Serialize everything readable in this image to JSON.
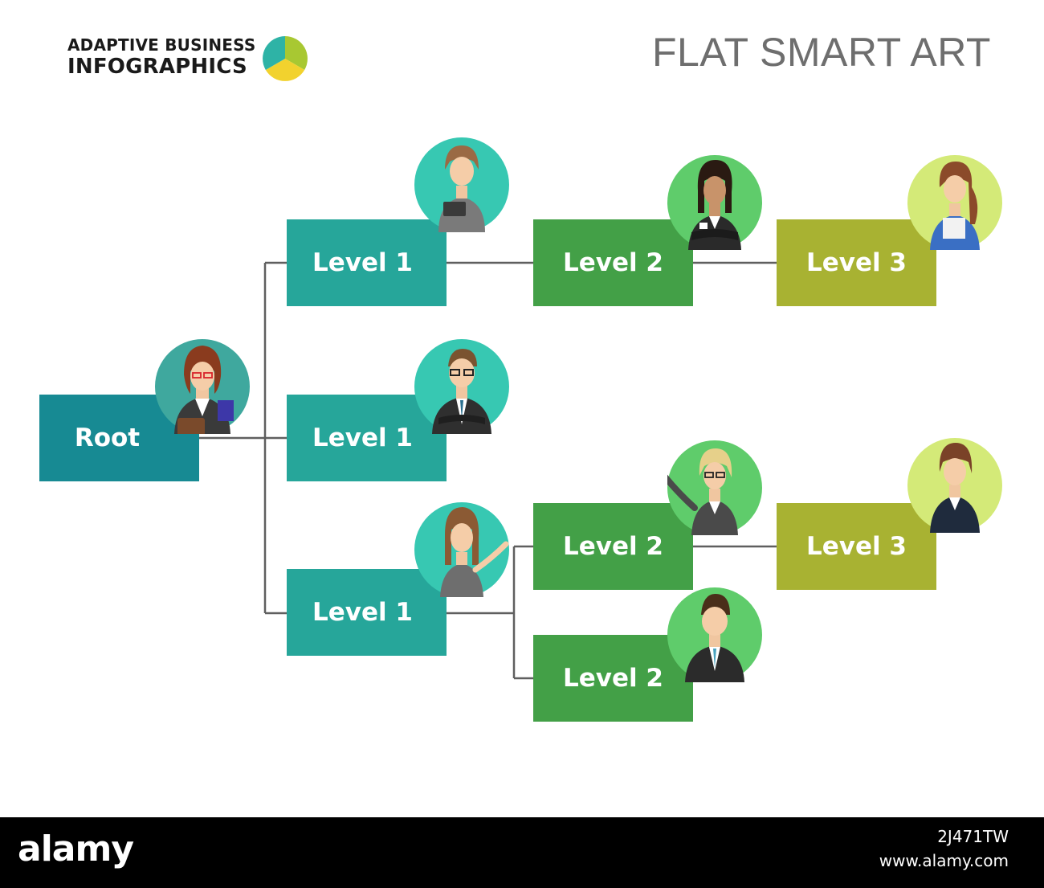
{
  "header": {
    "brand_line1": "ADAPTIVE BUSINESS",
    "brand_line2": "INFOGRAPHICS",
    "title": "FLAT SMART ART"
  },
  "colors": {
    "root": "#178a93",
    "level1": "#26a69a",
    "level2": "#43a047",
    "level3": "#a8b232",
    "connector": "#5f5f5f",
    "avatar_teal": "#37c8b2",
    "avatar_green": "#5fcc6b",
    "avatar_lime": "#d4ea78"
  },
  "tree": {
    "root": {
      "label": "Root",
      "avatar": "woman-with-briefcase-icon"
    },
    "level1": [
      {
        "label": "Level 1",
        "avatar": "woman-with-tablet-icon"
      },
      {
        "label": "Level 1",
        "avatar": "man-with-glasses-icon"
      },
      {
        "label": "Level 1",
        "avatar": "woman-pointing-icon"
      }
    ],
    "level2": [
      {
        "label": "Level 2",
        "avatar": "woman-arms-crossed-icon"
      },
      {
        "label": "Level 2",
        "avatar": "woman-presenting-icon"
      },
      {
        "label": "Level 2",
        "avatar": "man-in-suit-icon"
      }
    ],
    "level3": [
      {
        "label": "Level 3",
        "avatar": "woman-with-papers-icon"
      },
      {
        "label": "Level 3",
        "avatar": "woman-in-blazer-icon"
      }
    ]
  },
  "footer": {
    "logo": "alamy",
    "image_id": "2J471TW",
    "url": "www.alamy.com"
  }
}
